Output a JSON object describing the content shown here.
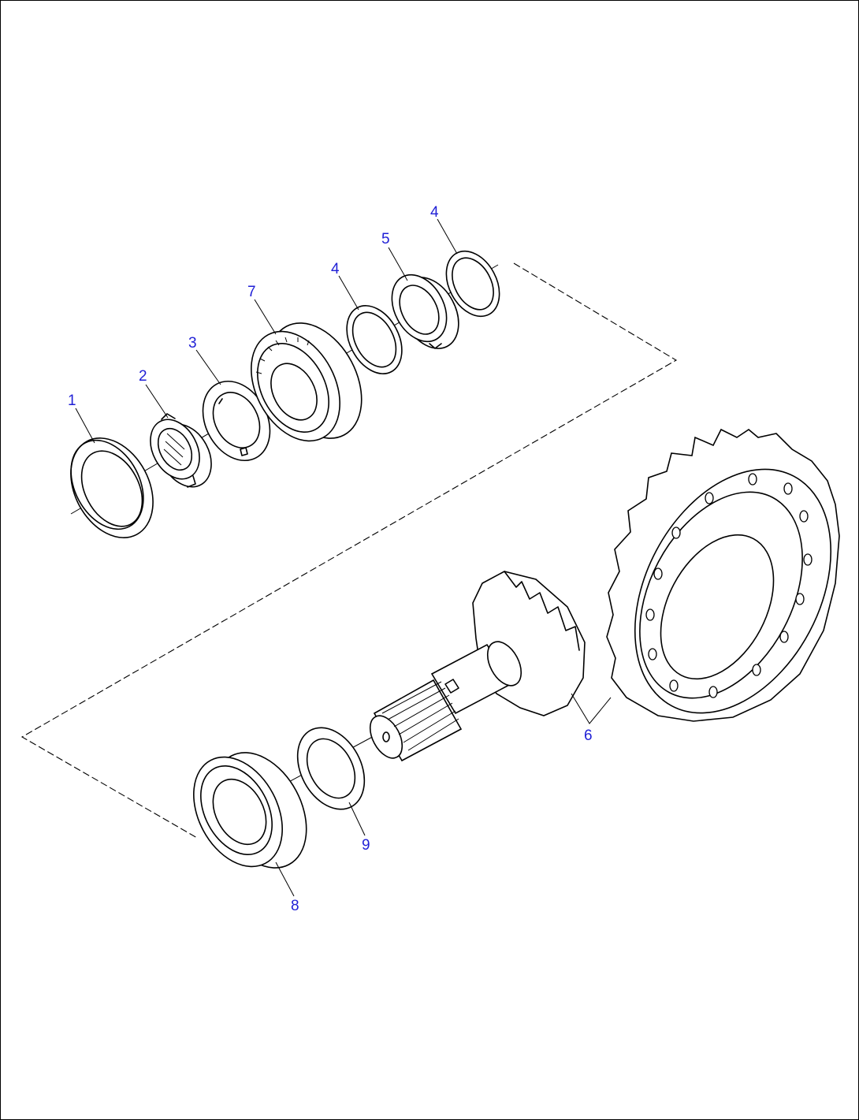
{
  "diagram": {
    "type": "exploded-parts-view",
    "callout_color": "#1f1fd6",
    "callouts": [
      {
        "id": "c1",
        "label": "1"
      },
      {
        "id": "c2",
        "label": "2"
      },
      {
        "id": "c3",
        "label": "3"
      },
      {
        "id": "c7",
        "label": "7"
      },
      {
        "id": "c4a",
        "label": "4"
      },
      {
        "id": "c5",
        "label": "5"
      },
      {
        "id": "c4b",
        "label": "4"
      },
      {
        "id": "c6",
        "label": "6"
      },
      {
        "id": "c9",
        "label": "9"
      },
      {
        "id": "c8",
        "label": "8"
      }
    ]
  }
}
